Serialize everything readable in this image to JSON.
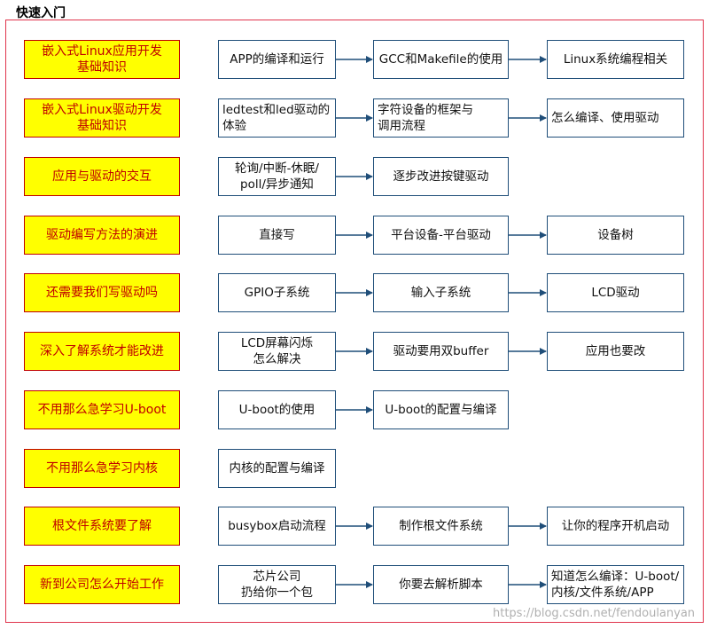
{
  "title": "快速入门",
  "watermark": "https://blog.csdn.net/fendoulanyan",
  "colors": {
    "frame": "#e0344c",
    "yellow_fill": "#ffff00",
    "yellow_text": "#c00000",
    "box_border": "#1f4e79",
    "arrow": "#1f4e79"
  },
  "rows": [
    {
      "label": "嵌入式Linux应用开发\n基础知识",
      "steps": [
        "APP的编译和运行",
        "GCC和Makefile的使用",
        "Linux系统编程相关"
      ]
    },
    {
      "label": "嵌入式Linux驱动开发\n基础知识",
      "steps": [
        "ledtest和led驱动的\n体验",
        "字符设备的框架与\n调用流程",
        "怎么编译、使用驱动"
      ]
    },
    {
      "label": "应用与驱动的交互",
      "steps": [
        "轮询/中断-休眠/\npoll/异步通知",
        "逐步改进按键驱动"
      ]
    },
    {
      "label": "驱动编写方法的演进",
      "steps": [
        "直接写",
        "平台设备-平台驱动",
        "设备树"
      ]
    },
    {
      "label": "还需要我们写驱动吗",
      "steps": [
        "GPIO子系统",
        "输入子系统",
        "LCD驱动"
      ]
    },
    {
      "label": "深入了解系统才能改进",
      "steps": [
        "LCD屏幕闪烁\n怎么解决",
        "驱动要用双buffer",
        "应用也要改"
      ]
    },
    {
      "label": "不用那么急学习U-boot",
      "steps": [
        "U-boot的使用",
        "U-boot的配置与编译"
      ]
    },
    {
      "label": "不用那么急学习内核",
      "steps": [
        "内核的配置与编译"
      ]
    },
    {
      "label": "根文件系统要了解",
      "steps": [
        "busybox启动流程",
        "制作根文件系统",
        "让你的程序开机启动"
      ]
    },
    {
      "label": "新到公司怎么开始工作",
      "steps": [
        "芯片公司\n扔给你一个包",
        "你要去解析脚本",
        "知道怎么编译：U-boot/\n内核/文件系统/APP"
      ]
    }
  ]
}
